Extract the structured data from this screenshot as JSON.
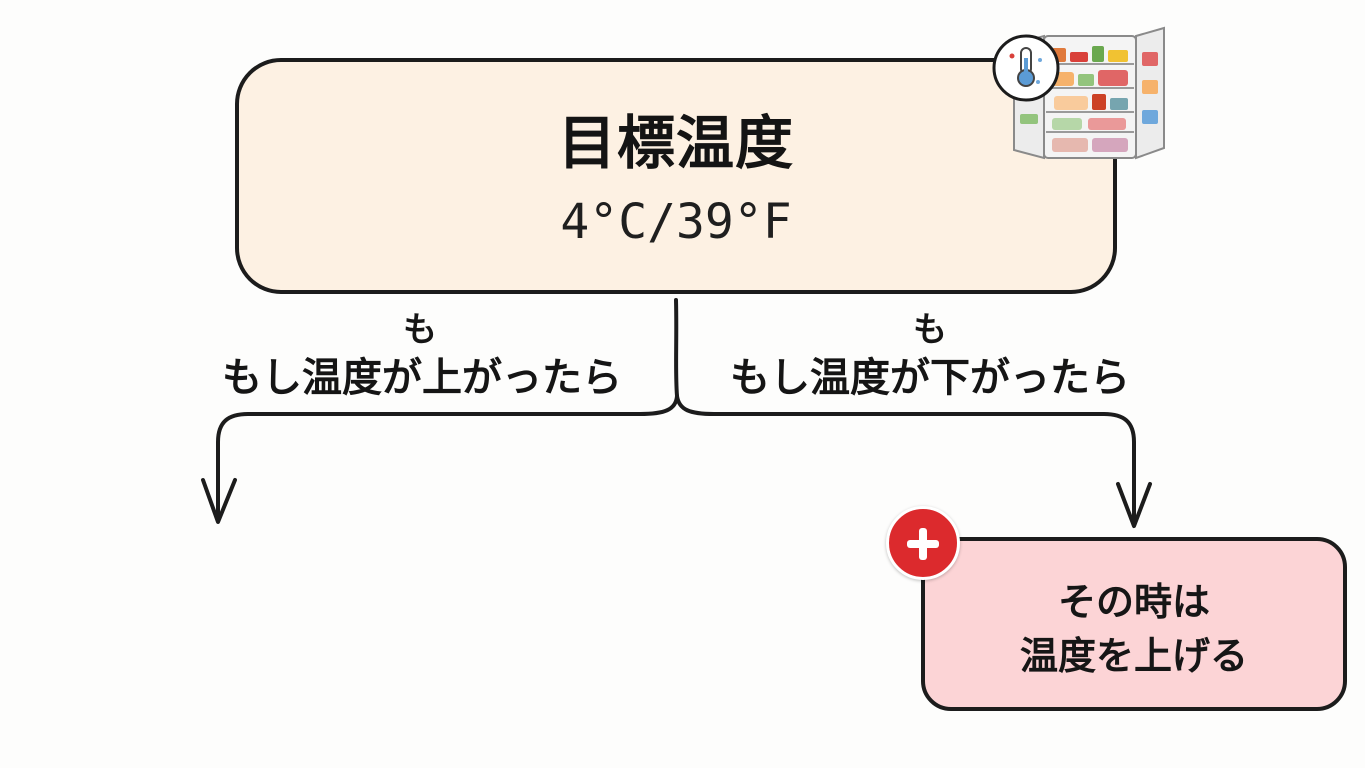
{
  "target": {
    "title": "目標温度",
    "value": "4°C/39°F"
  },
  "icons": {
    "appliance": "refrigerator-icon",
    "thermometer": "thermometer-icon",
    "plus": "plus-icon"
  },
  "branches": {
    "left": {
      "marker": "も",
      "condition": "もし温度が上がったら"
    },
    "right": {
      "marker": "も",
      "condition": "もし温度が下がったら"
    }
  },
  "action": {
    "line1": "その時は",
    "line2": "温度を上げる"
  },
  "colors": {
    "target_fill": "#fdf1e3",
    "action_fill": "#fcd4d6",
    "badge_red": "#dc2a2d",
    "stroke": "#1c1c1c"
  }
}
